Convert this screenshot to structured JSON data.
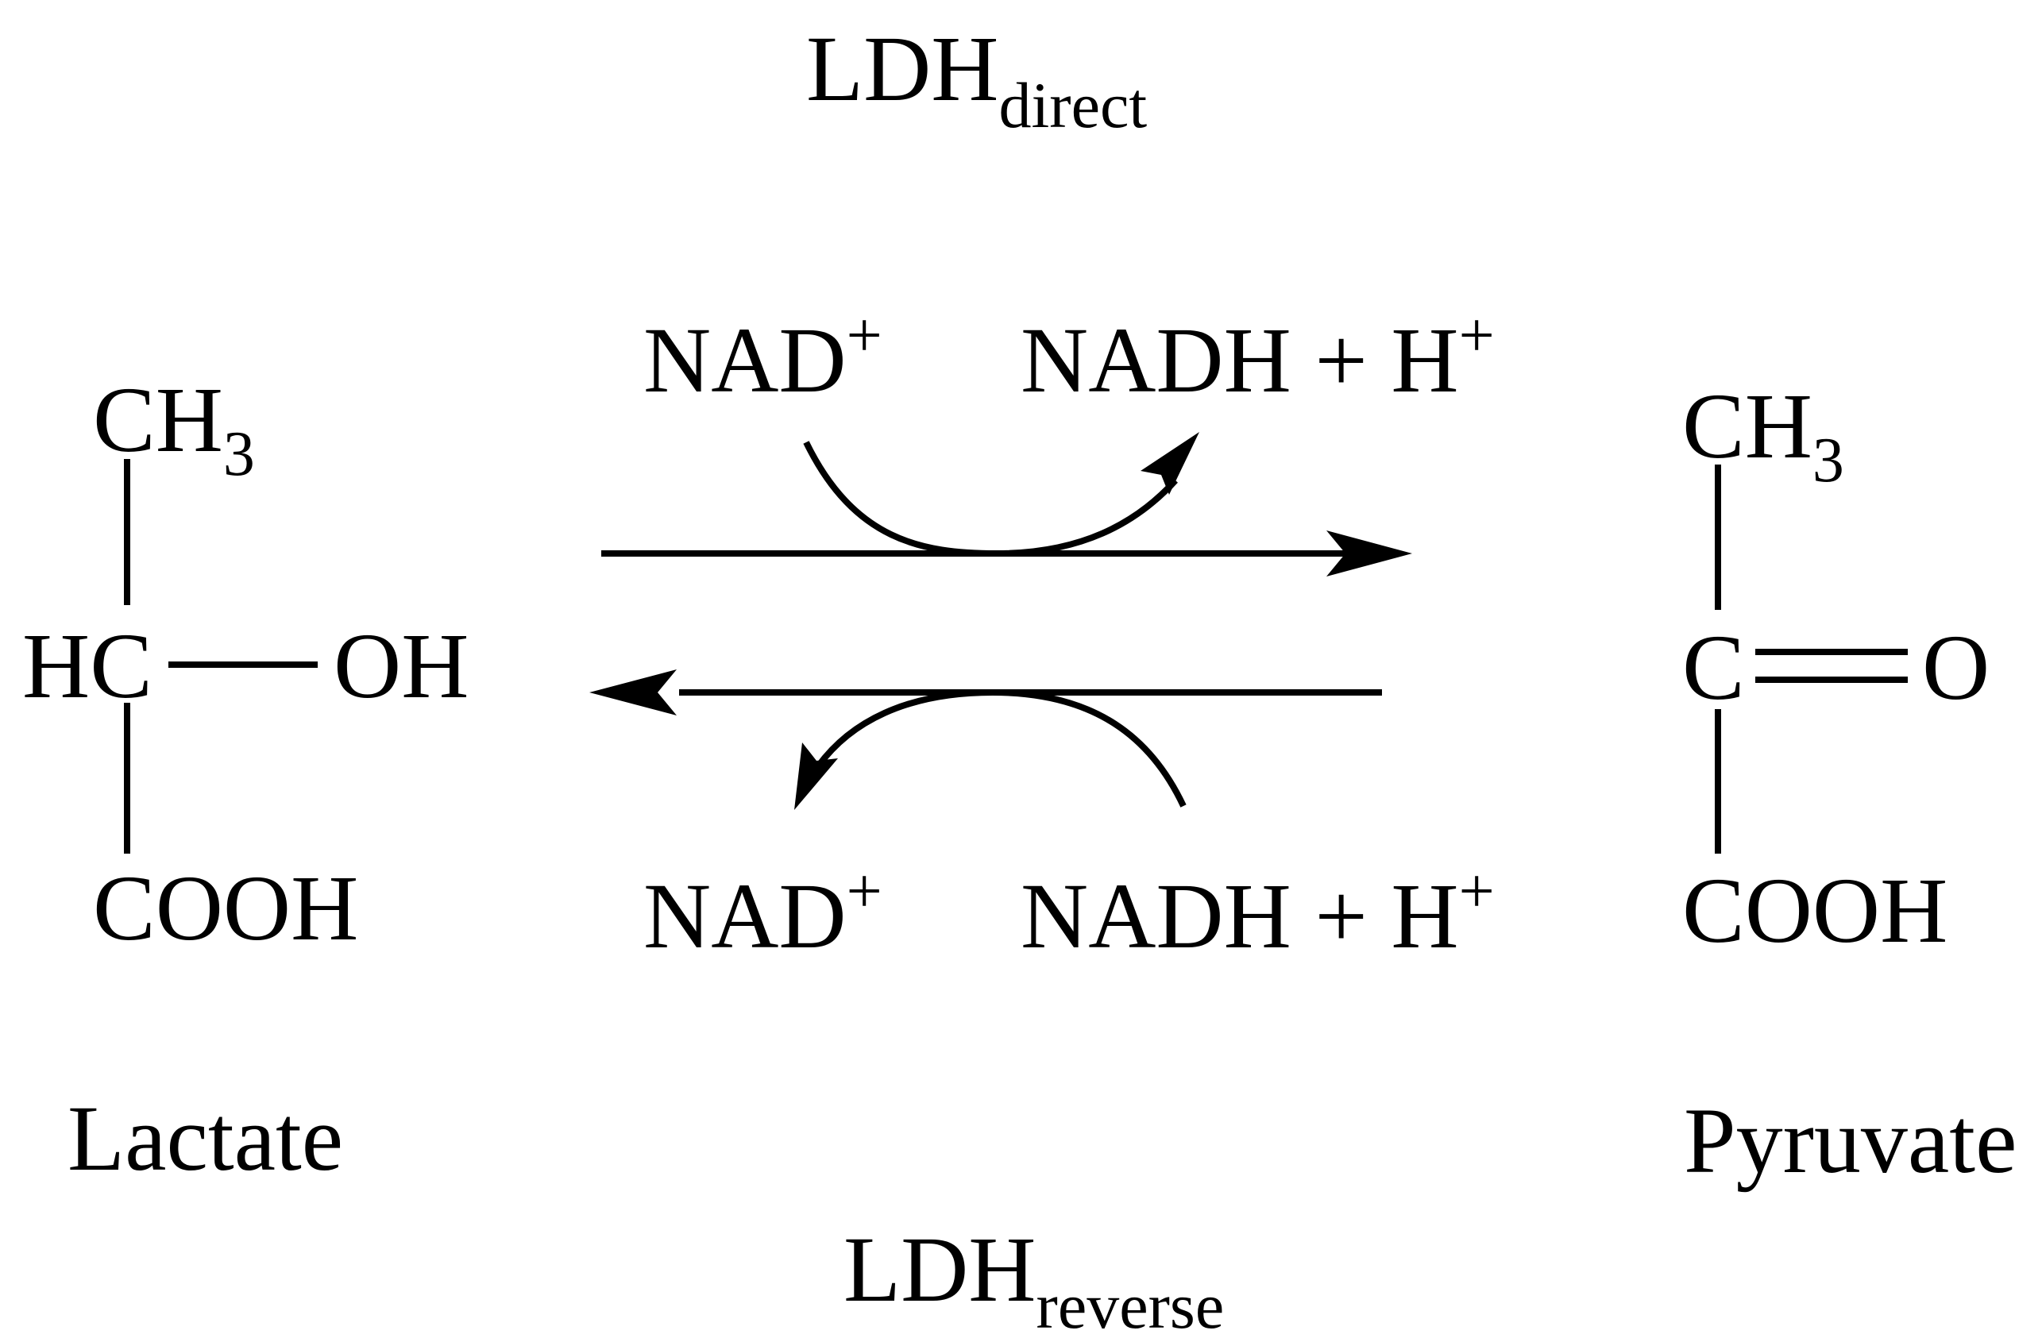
{
  "enzymes": {
    "direct": {
      "main": "LDH",
      "sub": "direct"
    },
    "reverse": {
      "main": "LDH",
      "sub": "reverse"
    }
  },
  "lactate": {
    "ch3_main": "CH",
    "ch3_sub": "3",
    "hc": "HC",
    "oh": "OH",
    "cooh": "COOH",
    "name": "Lactate"
  },
  "pyruvate": {
    "ch3_main": "CH",
    "ch3_sub": "3",
    "c": "C",
    "o": "O",
    "cooh": "COOH",
    "name": "Pyruvate"
  },
  "forward": {
    "cofactor_in_main": "NAD",
    "cofactor_in_sup": "+",
    "cofactor_out_main": "NADH + H",
    "cofactor_out_sup": "+"
  },
  "backward": {
    "cofactor_in_main": "NADH + H",
    "cofactor_in_sup": "+",
    "cofactor_out_main": "NAD",
    "cofactor_out_sup": "+"
  }
}
